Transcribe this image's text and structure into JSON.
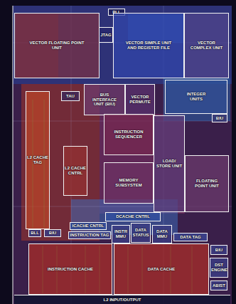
{
  "diagram": {
    "nodes": [
      {
        "text": [
          "PLL"
        ]
      },
      {
        "text": [
          "VECTOR FLOATING POINT UNIT"
        ]
      },
      {
        "text": [
          "JTAG"
        ]
      },
      {
        "text": [
          "VECTOR SIMPLE UNIT AND REGISTER FILE"
        ]
      },
      {
        "text": [
          "VECTOR COMPLEX UNIT"
        ]
      },
      {
        "text": [
          "TAU"
        ]
      },
      {
        "text": [
          "BUS INTERFACE UNIT (BIU)"
        ]
      },
      {
        "text": [
          "VECTOR PERMUTE"
        ]
      },
      {
        "text": [
          "INTEGER UNITS"
        ]
      },
      {
        "text": [
          "BIU"
        ]
      },
      {
        "text": [
          "L2 CACHE TAG"
        ]
      },
      {
        "text": [
          "L2 CACHE CNTRL"
        ]
      },
      {
        "text": [
          "INSTRUCTION SEQUENCER"
        ]
      },
      {
        "text": [
          "LOAD/ STORE UNIT"
        ]
      },
      {
        "text": [
          "MEMORY SUBSYSTEM"
        ]
      },
      {
        "text": [
          "FLOATING POINT UNIT"
        ]
      },
      {
        "text": [
          "DCACHE CNTRL"
        ]
      },
      {
        "text": [
          "ICACHE CNTRL"
        ]
      },
      {
        "text": [
          "INSTRUCTION TAG"
        ]
      },
      {
        "text": [
          "INSTR MMU"
        ]
      },
      {
        "text": [
          "DATA STATUS"
        ]
      },
      {
        "text": [
          "DATA MMU"
        ]
      },
      {
        "text": [
          "DATA TAG"
        ]
      },
      {
        "text": [
          "BLL"
        ]
      },
      {
        "text": [
          "BIU"
        ]
      },
      {
        "text": [
          "BIU"
        ]
      },
      {
        "text": [
          "INSTRUCTION CACHE"
        ]
      },
      {
        "text": [
          "DATA CACHE"
        ]
      },
      {
        "text": [
          "DST ENGINE"
        ]
      },
      {
        "text": [
          "ABIST"
        ]
      },
      {
        "text": [
          "L2 INPUT/OUTPUT"
        ]
      }
    ]
  }
}
